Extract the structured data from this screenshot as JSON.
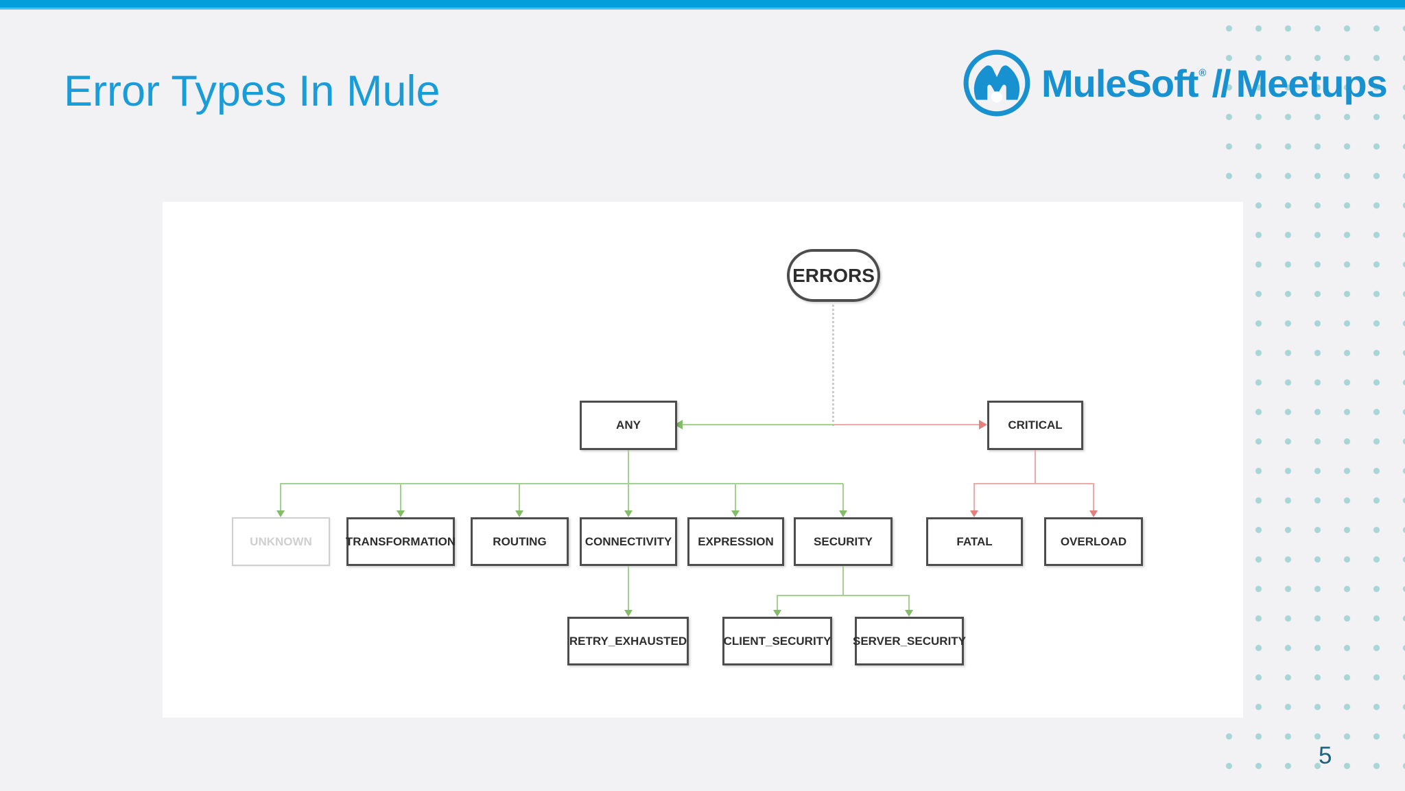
{
  "slide": {
    "title": "Error Types In Mule",
    "page_number": "5"
  },
  "logo": {
    "icon": "mulesoft-m-logo",
    "brand": "MuleSoft",
    "registered_mark": "®",
    "separator": "//",
    "suffix": "Meetups"
  },
  "diagram": {
    "nodes": {
      "errors": "ERRORS",
      "any": "ANY",
      "critical": "CRITICAL",
      "unknown": "UNKNOWN",
      "transformation": "TRANSFORMATION",
      "routing": "ROUTING",
      "connectivity": "CONNECTIVITY",
      "expression": "EXPRESSION",
      "security": "SECURITY",
      "fatal": "FATAL",
      "overload": "OVERLOAD",
      "retry_exhausted": "RETRY_EXHAUSTED",
      "client_security": "CLIENT_SECURITY",
      "server_security": "SERVER_SECURITY"
    },
    "edges": [
      {
        "from": "ERRORS",
        "to": "ANY",
        "style": "green-arrow-with-dotted-stem"
      },
      {
        "from": "ERRORS",
        "to": "CRITICAL",
        "style": "red-arrow-with-dotted-stem"
      },
      {
        "from": "ANY",
        "to": "UNKNOWN",
        "style": "green-arrow"
      },
      {
        "from": "ANY",
        "to": "TRANSFORMATION",
        "style": "green-arrow"
      },
      {
        "from": "ANY",
        "to": "ROUTING",
        "style": "green-arrow"
      },
      {
        "from": "ANY",
        "to": "CONNECTIVITY",
        "style": "green-arrow"
      },
      {
        "from": "ANY",
        "to": "EXPRESSION",
        "style": "green-arrow"
      },
      {
        "from": "ANY",
        "to": "SECURITY",
        "style": "green-arrow"
      },
      {
        "from": "CRITICAL",
        "to": "FATAL",
        "style": "red-arrow"
      },
      {
        "from": "CRITICAL",
        "to": "OVERLOAD",
        "style": "red-arrow"
      },
      {
        "from": "CONNECTIVITY",
        "to": "RETRY_EXHAUSTED",
        "style": "green-arrow"
      },
      {
        "from": "SECURITY",
        "to": "CLIENT_SECURITY",
        "style": "green-arrow"
      },
      {
        "from": "SECURITY",
        "to": "SERVER_SECURITY",
        "style": "green-arrow"
      }
    ]
  },
  "colors": {
    "top_bar": "#049edb",
    "top_bar_highlight": "#45c2ee",
    "background": "#f2f1f4",
    "canvas": "#ffffff",
    "title_text": "#199cd8",
    "logo_blue": "#1791cf",
    "node_border": "#4d4d4d",
    "muted_node": "#cfcfcf",
    "green_edge": "#a3d18f",
    "green_arrowhead": "#84bd68",
    "red_edge": "#edaaa8",
    "red_arrowhead": "#e4807e",
    "dotted_stem": "#cccccc",
    "dots_pattern": "#a8d5d6",
    "page_number": "#1c6180"
  }
}
